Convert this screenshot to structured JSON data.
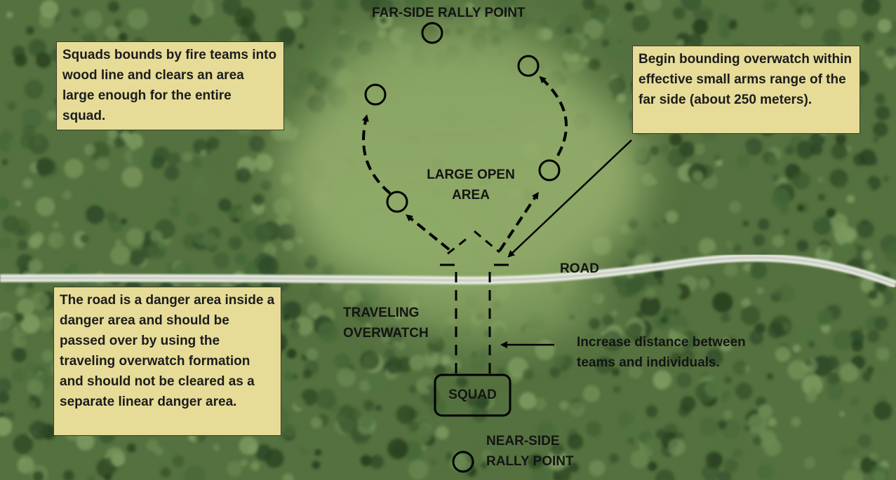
{
  "labels": {
    "far_side_rally_point": "FAR-SIDE RALLY POINT",
    "large_open_area": "LARGE OPEN\nAREA",
    "road": "ROAD",
    "traveling_overwatch": "TRAVELING\nOVERWATCH",
    "increase_distance": "Increase distance between\nteams and individuals.",
    "squad": "SQUAD",
    "near_side_rally_point": "NEAR-SIDE\nRALLY POINT"
  },
  "notes": {
    "squads_bound": "Squads bounds by fire teams into wood line and clears an area large enough for the entire squad.",
    "begin_bounding": "Begin bounding overwatch within effective small arms range of the far side (about 250 meters).",
    "road_danger": "The road is a danger area inside a danger area and should be passed over by using the traveling overwatch formation and should not be cleared as a separate linear danger area."
  },
  "colors": {
    "forest": "#5d7a44",
    "open_area": "#93ae6c",
    "road": "#d8ddd2",
    "note_fill": "#e6dc98",
    "ink": "#000000"
  }
}
